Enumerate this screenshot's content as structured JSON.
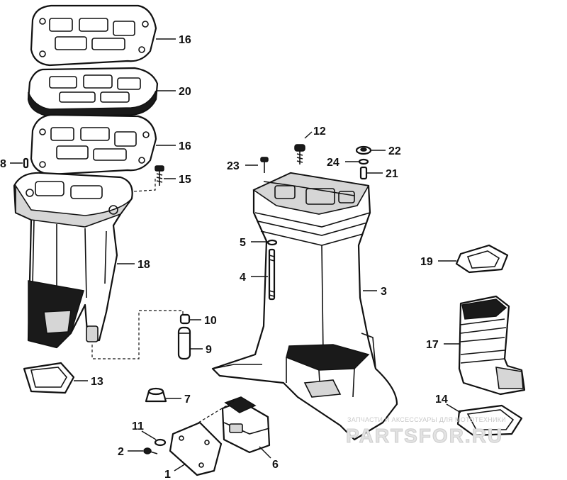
{
  "callouts": {
    "c1": "1",
    "c2": "2",
    "c3": "3",
    "c4": "4",
    "c5": "5",
    "c6": "6",
    "c7": "7",
    "c8": "8",
    "c9": "9",
    "c10": "10",
    "c11": "11",
    "c12": "12",
    "c13": "13",
    "c14": "14",
    "c15": "15",
    "c16a": "16",
    "c16b": "16",
    "c17": "17",
    "c18": "18",
    "c19": "19",
    "c20": "20",
    "c21": "21",
    "c22": "22",
    "c23": "23",
    "c24": "24"
  },
  "watermark": {
    "subtitle": "ЗАПЧАСТИ И АКСЕССУАРЫ ДЛЯ МОТОТЕХНИКИ",
    "brand": "PARTSFOR.RU"
  }
}
